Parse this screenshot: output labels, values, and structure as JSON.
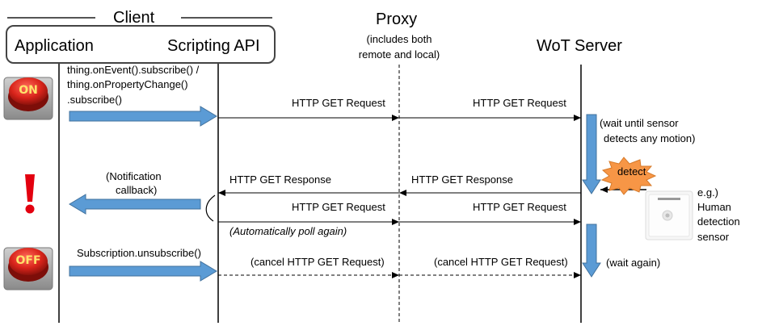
{
  "client": {
    "title": "Client",
    "application": "Application",
    "scripting_api": "Scripting API"
  },
  "proxy": {
    "title": "Proxy",
    "note_line1": "(includes both",
    "note_line2": "remote and local)"
  },
  "server": {
    "title": "WoT Server"
  },
  "messages": {
    "subscribe_line1": "thing.onEvent().subscribe() /",
    "subscribe_line2": "thing.onPropertyChange()",
    "subscribe_line3": ".subscribe()",
    "http_get_request": "HTTP GET Request",
    "http_get_response": "HTTP GET Response",
    "notification_line1": "(Notification",
    "notification_line2": "callback)",
    "auto_poll": "(Automatically poll again)",
    "unsubscribe": "Subscription.unsubscribe()",
    "cancel_request": "(cancel HTTP GET Request)",
    "wait_sensor_line1": "(wait until sensor",
    "wait_sensor_line2": "detects any motion)",
    "detect": "detect",
    "wait_again": "(wait again)"
  },
  "sensor": {
    "line1": "e.g.)",
    "line2": "Human",
    "line3": "detection",
    "line4": "sensor"
  },
  "icons": {
    "on_button": "ON",
    "off_button": "OFF",
    "exclamation": "!"
  },
  "colors": {
    "arrow_blue": "#5b9bd5",
    "arrow_blue_edge": "#41719c",
    "button_red": "#d9241b",
    "burst_orange": "#f79646",
    "exclaim_red": "#e3000f"
  }
}
